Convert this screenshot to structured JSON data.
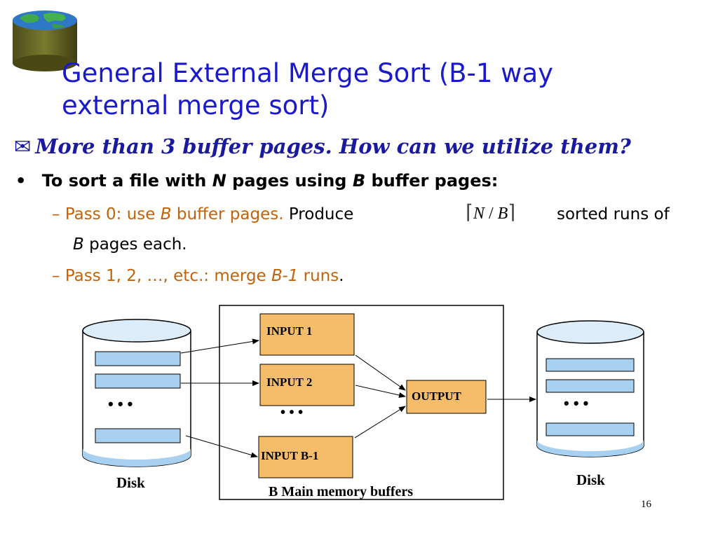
{
  "slide": {
    "title_line1": "General External Merge Sort (B-1 way",
    "title_line2": "external merge sort)",
    "subtitle_symbol": "✉",
    "subtitle": "More than 3 buffer pages.  How can we utilize them?",
    "bullet": {
      "marker": "•",
      "part1": "To sort a file with ",
      "var_n": "N",
      "part2": " pages using ",
      "var_b": "B",
      "part3": " buffer pages:"
    },
    "pass0": {
      "dash": "– ",
      "part1": "Pass 0: use ",
      "var_b": "B",
      "part2": " buffer pages.",
      "produce": "Produce",
      "formula_n": "N",
      "formula_slash": " / ",
      "formula_b": "B",
      "sorted_runs": "sorted runs of",
      "line2_var": "B",
      "line2_text": " pages each."
    },
    "pass1": {
      "dash": "– ",
      "part1": "Pass 1, 2, …,  etc.: merge ",
      "var": "B-1",
      "part2": " runs",
      "period": "."
    },
    "page_number": "16"
  },
  "diagram": {
    "input1": "INPUT 1",
    "input2": "INPUT 2",
    "inputb1": "INPUT B-1",
    "output": "OUTPUT",
    "dots": "•  •  •",
    "disk_left": "Disk",
    "disk_right": "Disk",
    "memory_label": "B Main  memory buffers"
  },
  "colors": {
    "title": "#1a1acc",
    "subtitle": "#1a1a9e",
    "pass_text": "#c4620a",
    "buffer_fill": "#f5bd6a",
    "page_fill": "#a8d0f0",
    "disk_fill": "#dcecf8"
  },
  "icons": {
    "logo": "globe-database-icon",
    "subtitle_marker": "envelope-icon"
  }
}
